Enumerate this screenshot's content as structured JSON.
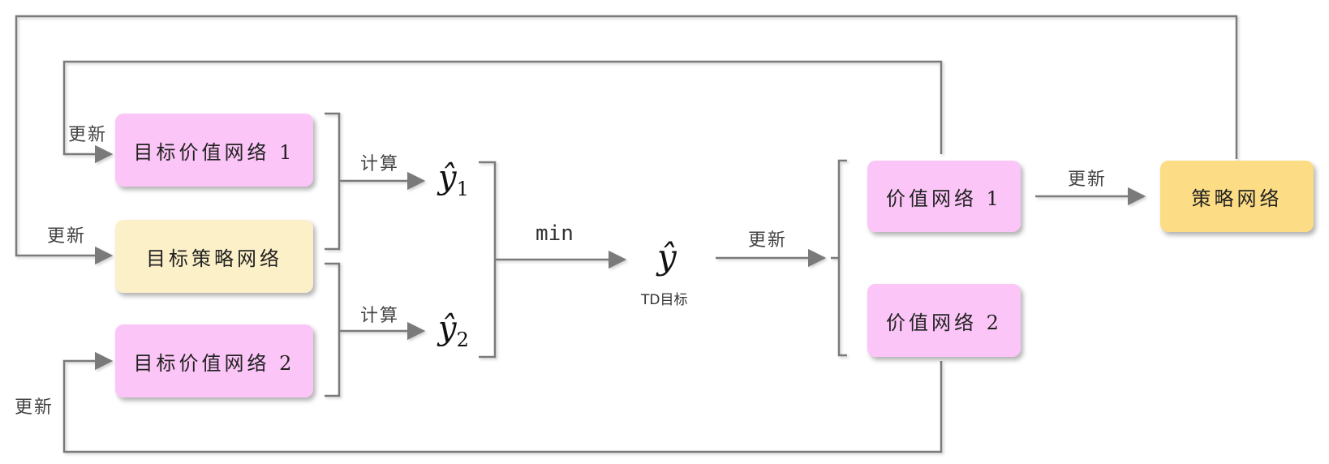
{
  "boxes": {
    "target_value_1": "目标价值网络 1",
    "target_policy": "目标策略网络",
    "target_value_2": "目标价值网络 2",
    "value_1": "价值网络 1",
    "value_2": "价值网络 2",
    "policy": "策略网络"
  },
  "labels": {
    "update_target_value_1": "更新",
    "update_target_policy": "更新",
    "update_target_value_2": "更新",
    "compute_1": "计算",
    "compute_2": "计算",
    "min": "min",
    "update_values": "更新",
    "update_policy": "更新",
    "td_target": "TD目标"
  },
  "math": {
    "y_hat_1_base": "ŷ",
    "y_hat_1_sub": "1",
    "y_hat_2_base": "ŷ",
    "y_hat_2_sub": "2",
    "y_hat": "ŷ"
  },
  "colors": {
    "value_box": "#fbc6f7",
    "target_policy_box": "#fcf0c8",
    "policy_box": "#fcdc84",
    "line": "#7a7a7a"
  }
}
